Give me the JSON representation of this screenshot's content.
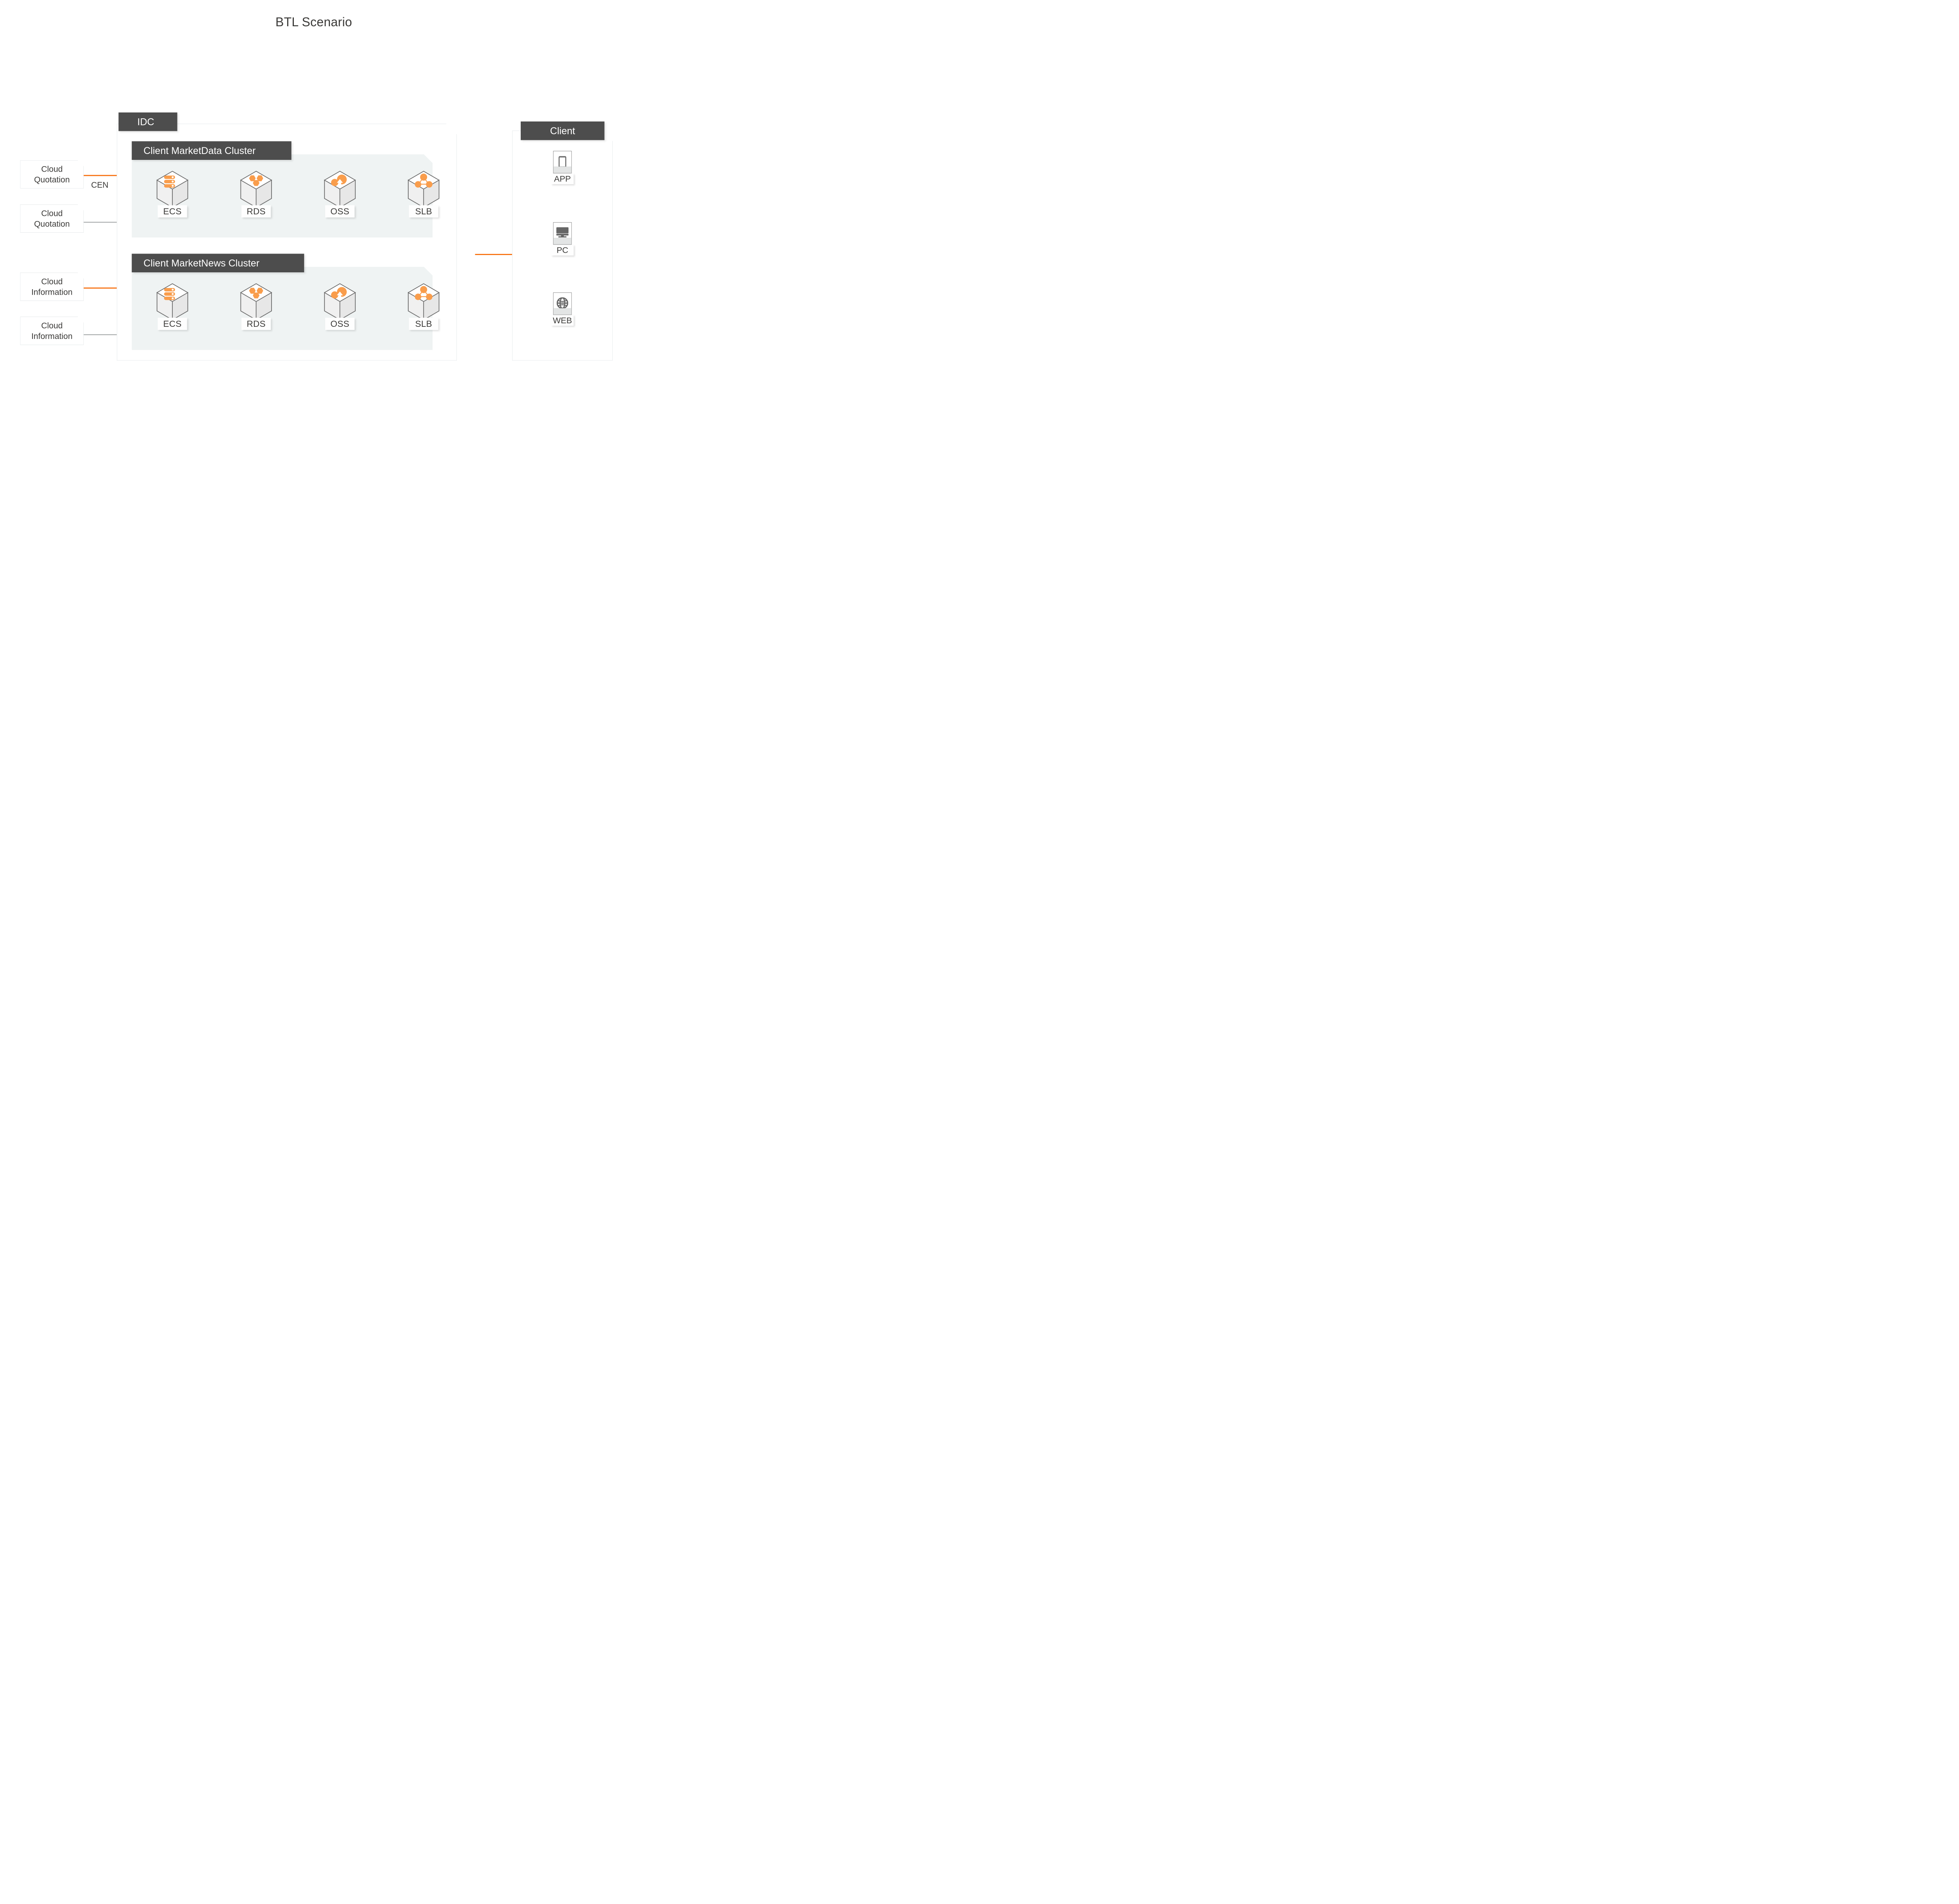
{
  "title": "BTL Scenario",
  "colors": {
    "accent_orange": "#f76b07",
    "icon_orange": "#f99d4c",
    "header_dark": "#4d4d4d",
    "panel_bg": "#eff3f3",
    "line_grey": "#a9acad",
    "text_dark": "#3b3a38",
    "device_glyph": "#666666"
  },
  "idc": {
    "header_label": "IDC",
    "clusters": [
      {
        "header_label": "Client MarketData Cluster",
        "nodes": [
          {
            "label": "ECS",
            "icon": "server-rack-icon"
          },
          {
            "label": "RDS",
            "icon": "database-hexagons-icon"
          },
          {
            "label": "OSS",
            "icon": "cloud-upload-icon"
          },
          {
            "label": "SLB",
            "icon": "load-balancer-nodes-icon"
          }
        ]
      },
      {
        "header_label": "Client MarketNews Cluster",
        "nodes": [
          {
            "label": "ECS",
            "icon": "server-rack-icon"
          },
          {
            "label": "RDS",
            "icon": "database-hexagons-icon"
          },
          {
            "label": "OSS",
            "icon": "cloud-upload-icon"
          },
          {
            "label": "SLB",
            "icon": "load-balancer-nodes-icon"
          }
        ]
      }
    ]
  },
  "client": {
    "header_label": "Client",
    "devices": [
      {
        "label": "APP",
        "icon": "smartphone-icon"
      },
      {
        "label": "PC",
        "icon": "desktop-monitor-icon"
      },
      {
        "label": "WEB",
        "icon": "globe-icon"
      }
    ]
  },
  "notes": [
    {
      "line1": "Cloud",
      "line2": "Quotation",
      "connector": "orange"
    },
    {
      "line1": "Cloud",
      "line2": "Quotation",
      "connector": "grey"
    },
    {
      "line1": "Cloud",
      "line2": "Information",
      "connector": "orange"
    },
    {
      "line1": "Cloud",
      "line2": "Information",
      "connector": "grey"
    }
  ],
  "network_label": "CEN"
}
